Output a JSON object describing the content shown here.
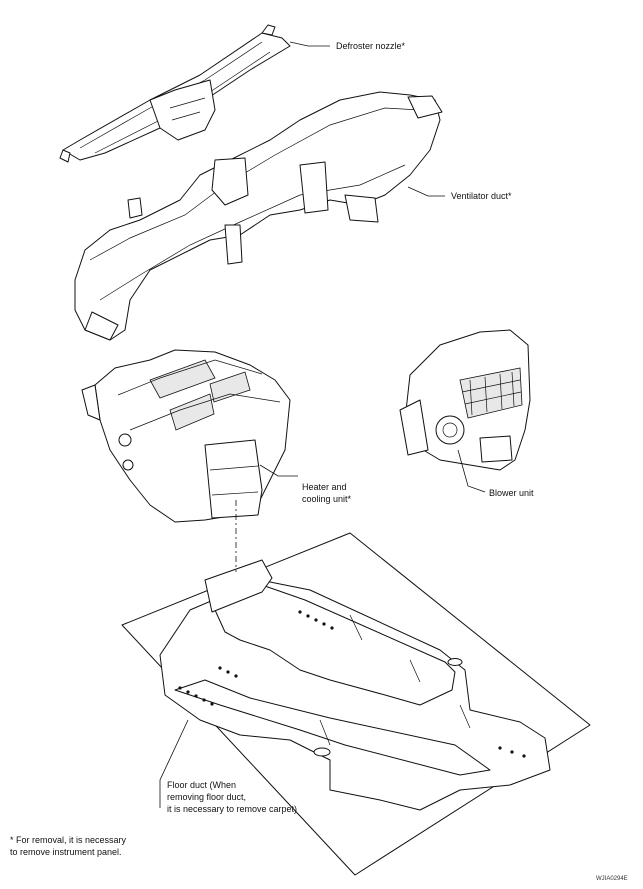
{
  "labels": {
    "defroster": "Defroster nozzle*",
    "ventilator": "Ventilator duct*",
    "heater": "Heater and\ncooling unit*",
    "blower": "Blower unit",
    "floor": "Floor duct (When\nremoving floor duct,\nit is necessary to remove carpet)",
    "footnote": "* For removal, it is necessary\n   to remove instrument panel.",
    "code": "WJIA0294E"
  }
}
